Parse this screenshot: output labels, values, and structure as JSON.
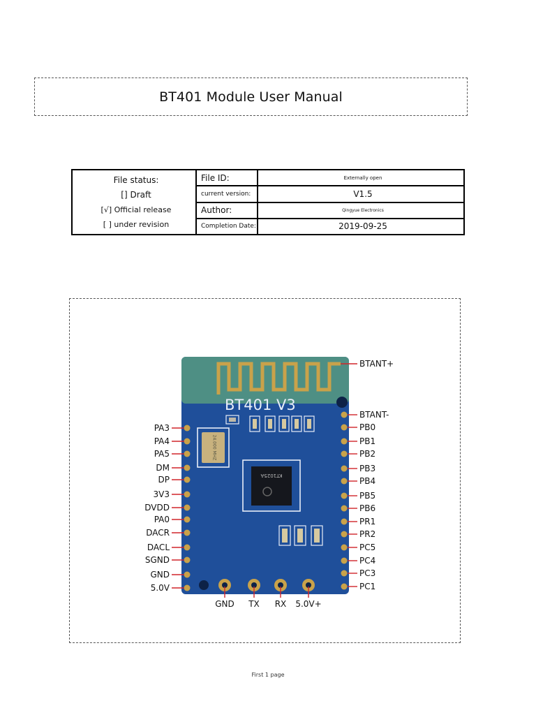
{
  "document": {
    "title": "BT401 Module User Manual",
    "status_block": {
      "header": "File status:",
      "options": [
        "[] Draft",
        "[√] Official release",
        "[ ] under revision"
      ]
    },
    "info_rows": [
      {
        "label": "File ID:",
        "value": "Externally open"
      },
      {
        "label": "current version:",
        "value": "V1.5"
      },
      {
        "label": "Author:",
        "value": "Qingyue Electronics"
      },
      {
        "label": "Completion Date:",
        "value": "2019-09-25"
      }
    ],
    "footer": "First 1 page"
  },
  "board": {
    "silkscreen": "BT401  V3",
    "crystal": "24.000 MHZ",
    "chip": "KT1025A",
    "left_pins": [
      "PA3",
      "PA4",
      "PA5",
      "DM",
      "DP",
      "3V3",
      "DVDD",
      "PA0",
      "DACR",
      "DACL",
      "SGND",
      "GND",
      "5.0V"
    ],
    "right_pins": [
      "BTANT+",
      "BTANT-",
      "PB0",
      "PB1",
      "PB2",
      "PB3",
      "PB4",
      "PB5",
      "PB6",
      "PR1",
      "PR2",
      "PC5",
      "PC4",
      "PC3",
      "PC1"
    ],
    "bottom_pins": [
      "GND",
      "TX",
      "RX",
      "5.0V+"
    ],
    "colors": {
      "pcb": "#1f4f9a",
      "antenna_area": "#4e8f84",
      "gold": "#c9a24a",
      "label_line": "#d0252a"
    }
  }
}
